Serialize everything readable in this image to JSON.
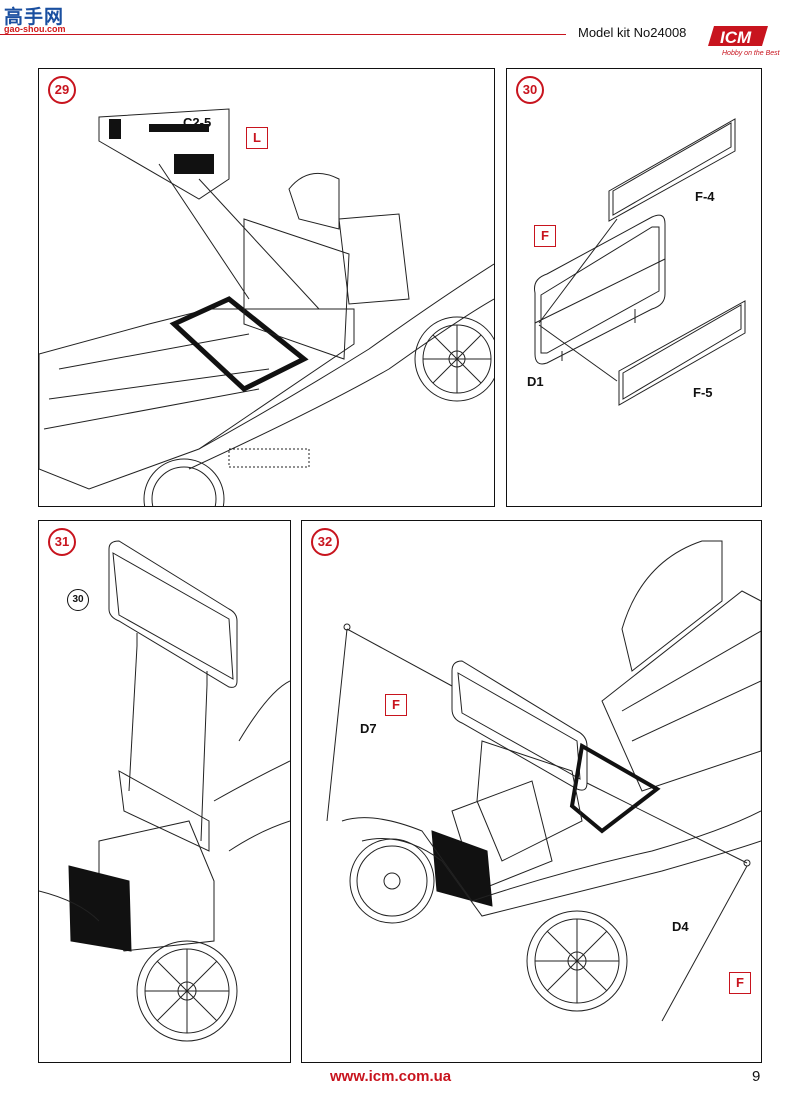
{
  "header": {
    "watermark_cn": "高手网",
    "watermark_url": "gao-shou.com",
    "kit_title": "Model kit No24008",
    "brand": "ICM",
    "brand_tagline": "Hobby on the Best"
  },
  "panels": [
    {
      "step": "29",
      "labels": {
        "part": "C2-5",
        "paint": "L"
      }
    },
    {
      "step": "30",
      "labels": {
        "part_top": "F-4",
        "part_bottom": "F-5",
        "part_frame": "D1",
        "paint": "F"
      }
    },
    {
      "step": "31",
      "labels": {
        "ref_step": "30"
      }
    },
    {
      "step": "32",
      "labels": {
        "part_left": "D7",
        "part_right": "D4",
        "paint_left": "F",
        "paint_right": "F"
      }
    }
  ],
  "footer": {
    "url": "www.icm.com.ua",
    "page": "9"
  },
  "colors": {
    "accent": "#c8141e",
    "ink": "#111111",
    "watermark_blue": "#1a4fa0"
  }
}
